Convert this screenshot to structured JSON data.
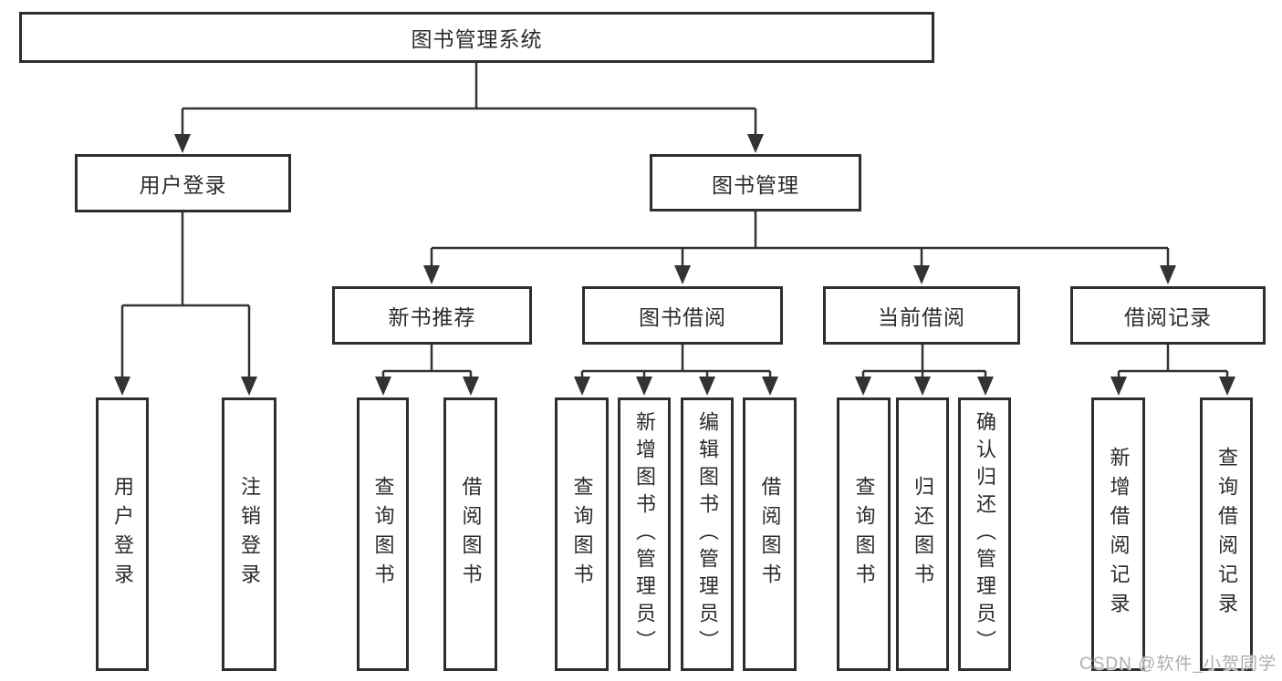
{
  "diagram": {
    "root": {
      "label": "图书管理系统"
    },
    "branches": [
      {
        "label": "用户登录",
        "children": [
          {
            "label": "用户登录"
          },
          {
            "label": "注销登录"
          }
        ]
      },
      {
        "label": "图书管理",
        "children": [
          {
            "label": "新书推荐",
            "children": [
              {
                "label": "查询图书"
              },
              {
                "label": "借阅图书"
              }
            ]
          },
          {
            "label": "图书借阅",
            "children": [
              {
                "label": "查询图书"
              },
              {
                "label": "新增图书（管理员）"
              },
              {
                "label": "编辑图书（管理员）"
              },
              {
                "label": "借阅图书"
              }
            ]
          },
          {
            "label": "当前借阅",
            "children": [
              {
                "label": "查询图书"
              },
              {
                "label": "归还图书"
              },
              {
                "label": "确认归还（管理员）"
              }
            ]
          },
          {
            "label": "借阅记录",
            "children": [
              {
                "label": "新增借阅记录"
              },
              {
                "label": "查询借阅记录"
              }
            ]
          }
        ]
      }
    ]
  },
  "watermark": {
    "text": "CSDN @软件_小贺同学"
  },
  "colors": {
    "line": "#333333",
    "box_border": "#2e2e2e",
    "text": "#2b2b2b",
    "watermark": "#aeaeae",
    "background": "#ffffff"
  }
}
